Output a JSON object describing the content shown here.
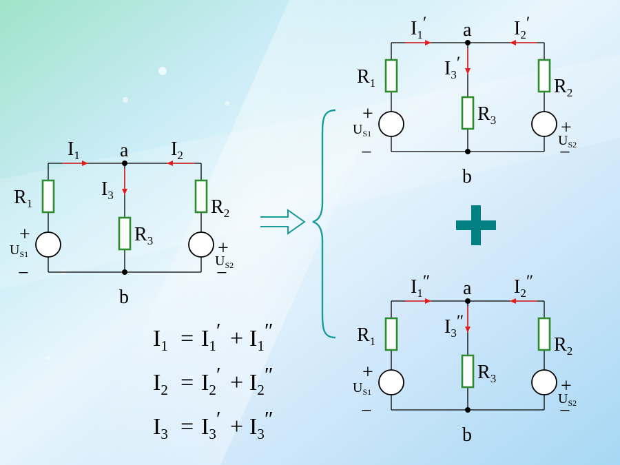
{
  "colors": {
    "wire": "#000000",
    "resistor": "#2e8b2e",
    "arrow": "#e02020",
    "brace": "#1a9a9a",
    "plus_sign": "#008080",
    "background_blue": "#bfe2f8",
    "background_green": "#b8f0d8"
  },
  "icons": {
    "resistor": "resistor-symbol",
    "voltage_source": "voltage-source-symbol",
    "current_arrow": "current-direction-arrow",
    "implies_arrow": "hollow-right-arrow",
    "brace": "left-curly-brace",
    "superposition": "plus-sign"
  },
  "original_circuit": {
    "node_top": "a",
    "node_bottom": "b",
    "I1": "I",
    "I1_sub": "1",
    "I2": "I",
    "I2_sub": "2",
    "I3": "I",
    "I3_sub": "3",
    "R1": "R",
    "R1_sub": "1",
    "R2": "R",
    "R2_sub": "2",
    "R3": "R",
    "R3_sub": "3",
    "US1": "U",
    "US1_sub": "S1",
    "US2": "U",
    "US2_sub": "S2",
    "plus": "+",
    "minus": "−"
  },
  "circuit_prime": {
    "node_top": "a",
    "node_bottom": "b",
    "I1": "I",
    "I1_sub": "1",
    "I1_mark": "′",
    "I2": "I",
    "I2_sub": "2",
    "I2_mark": "′",
    "I3": "I",
    "I3_sub": "3",
    "I3_mark": "′",
    "R1": "R",
    "R1_sub": "1",
    "R2": "R",
    "R2_sub": "2",
    "R3": "R",
    "R3_sub": "3",
    "US1": "U",
    "US1_sub": "S1",
    "US2": "U",
    "US2_sub": "S2",
    "plus": "+",
    "minus": "−"
  },
  "circuit_double_prime": {
    "node_top": "a",
    "node_bottom": "b",
    "I1": "I",
    "I1_sub": "1",
    "I1_mark": "″",
    "I2": "I",
    "I2_sub": "2",
    "I2_mark": "″",
    "I3": "I",
    "I3_sub": "3",
    "I3_mark": "″",
    "R1": "R",
    "R1_sub": "1",
    "R2": "R",
    "R2_sub": "2",
    "R3": "R",
    "R3_sub": "3",
    "US1": "U",
    "US1_sub": "S1",
    "US2": "U",
    "US2_sub": "S2",
    "plus": "+",
    "minus": "−"
  },
  "equations": [
    {
      "lhs": "I",
      "lhs_sub": "1",
      "eq": "=",
      "t1": "I",
      "t1_sub": "1",
      "t1_mark": "′",
      "op": "+",
      "t2": "I",
      "t2_sub": "1",
      "t2_mark": "″"
    },
    {
      "lhs": "I",
      "lhs_sub": "2",
      "eq": "=",
      "t1": "I",
      "t1_sub": "2",
      "t1_mark": "′",
      "op": "+",
      "t2": "I",
      "t2_sub": "2",
      "t2_mark": "″"
    },
    {
      "lhs": "I",
      "lhs_sub": "3",
      "eq": "=",
      "t1": "I",
      "t1_sub": "3",
      "t1_mark": "′",
      "op": "+",
      "t2": "I",
      "t2_sub": "3",
      "t2_mark": "″"
    }
  ],
  "superposition_sign": "+"
}
